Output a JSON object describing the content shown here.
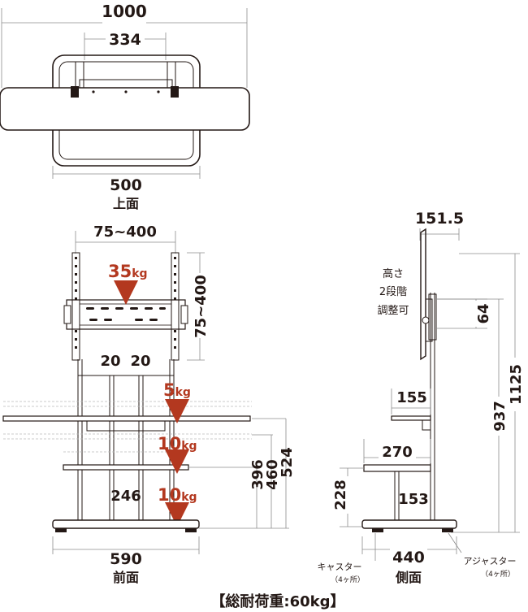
{
  "top_view": {
    "dims": {
      "width": "1000",
      "mount_width": "334",
      "base_width": "500"
    },
    "label": "上面"
  },
  "front_view": {
    "dims": {
      "vesa": "75~400",
      "vesa_vertical": "75~400",
      "pole_gap_left": "20",
      "pole_gap_right": "20",
      "inner_width": "246",
      "base_width": "590",
      "height_a": "396",
      "height_b": "460",
      "height_c": "524"
    },
    "weights": {
      "tv": {
        "num": "35",
        "unit": "kg"
      },
      "shelf_upper": {
        "num": "5",
        "unit": "kg"
      },
      "shelf_middle": {
        "num": "10",
        "unit": "kg"
      },
      "shelf_lower": {
        "num": "10",
        "unit": "kg"
      }
    },
    "label": "前面"
  },
  "side_view": {
    "dims": {
      "depth_top": "151.5",
      "shelf_upper": "155",
      "shelf_lower": "270",
      "post_gap": "153",
      "base_depth": "440",
      "height_adjust_step": "64",
      "height_min": "937",
      "height_max": "1125",
      "shelf_height": "228"
    },
    "height_note": [
      "高さ",
      "2段階",
      "調整可"
    ],
    "caster_label": "キャスター",
    "caster_count": "（4ヶ所）",
    "adjuster_label": "アジャスター",
    "adjuster_count": "（4ヶ所）",
    "label": "側面"
  },
  "total_load": "【総耐荷重:60kg】"
}
